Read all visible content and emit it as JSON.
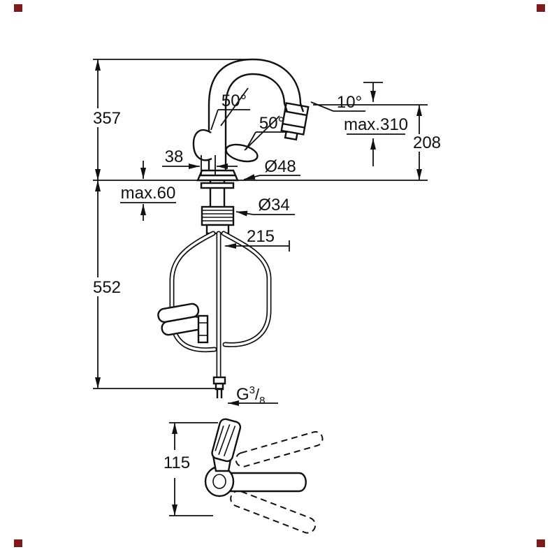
{
  "meta": {
    "background": "#ffffff",
    "line_color": "#111111",
    "marker_color": "#7b1b1b",
    "drawing_type": "faucet-dimension-diagram"
  },
  "labels": {
    "total_height": "357",
    "under_height": "552",
    "angle_top": "50°",
    "angle_mid": "50°",
    "angle_head": "10°",
    "max_outlet": "max.310",
    "outlet_height": "208",
    "handle_offset": "38",
    "base_dia": "Ø48",
    "deck_max": "max.60",
    "hole_dia": "Ø34",
    "hose_len": "215",
    "thread_g": "G",
    "thread_num": "3",
    "thread_slash": "/",
    "thread_den": "8",
    "lever_height": "115"
  }
}
